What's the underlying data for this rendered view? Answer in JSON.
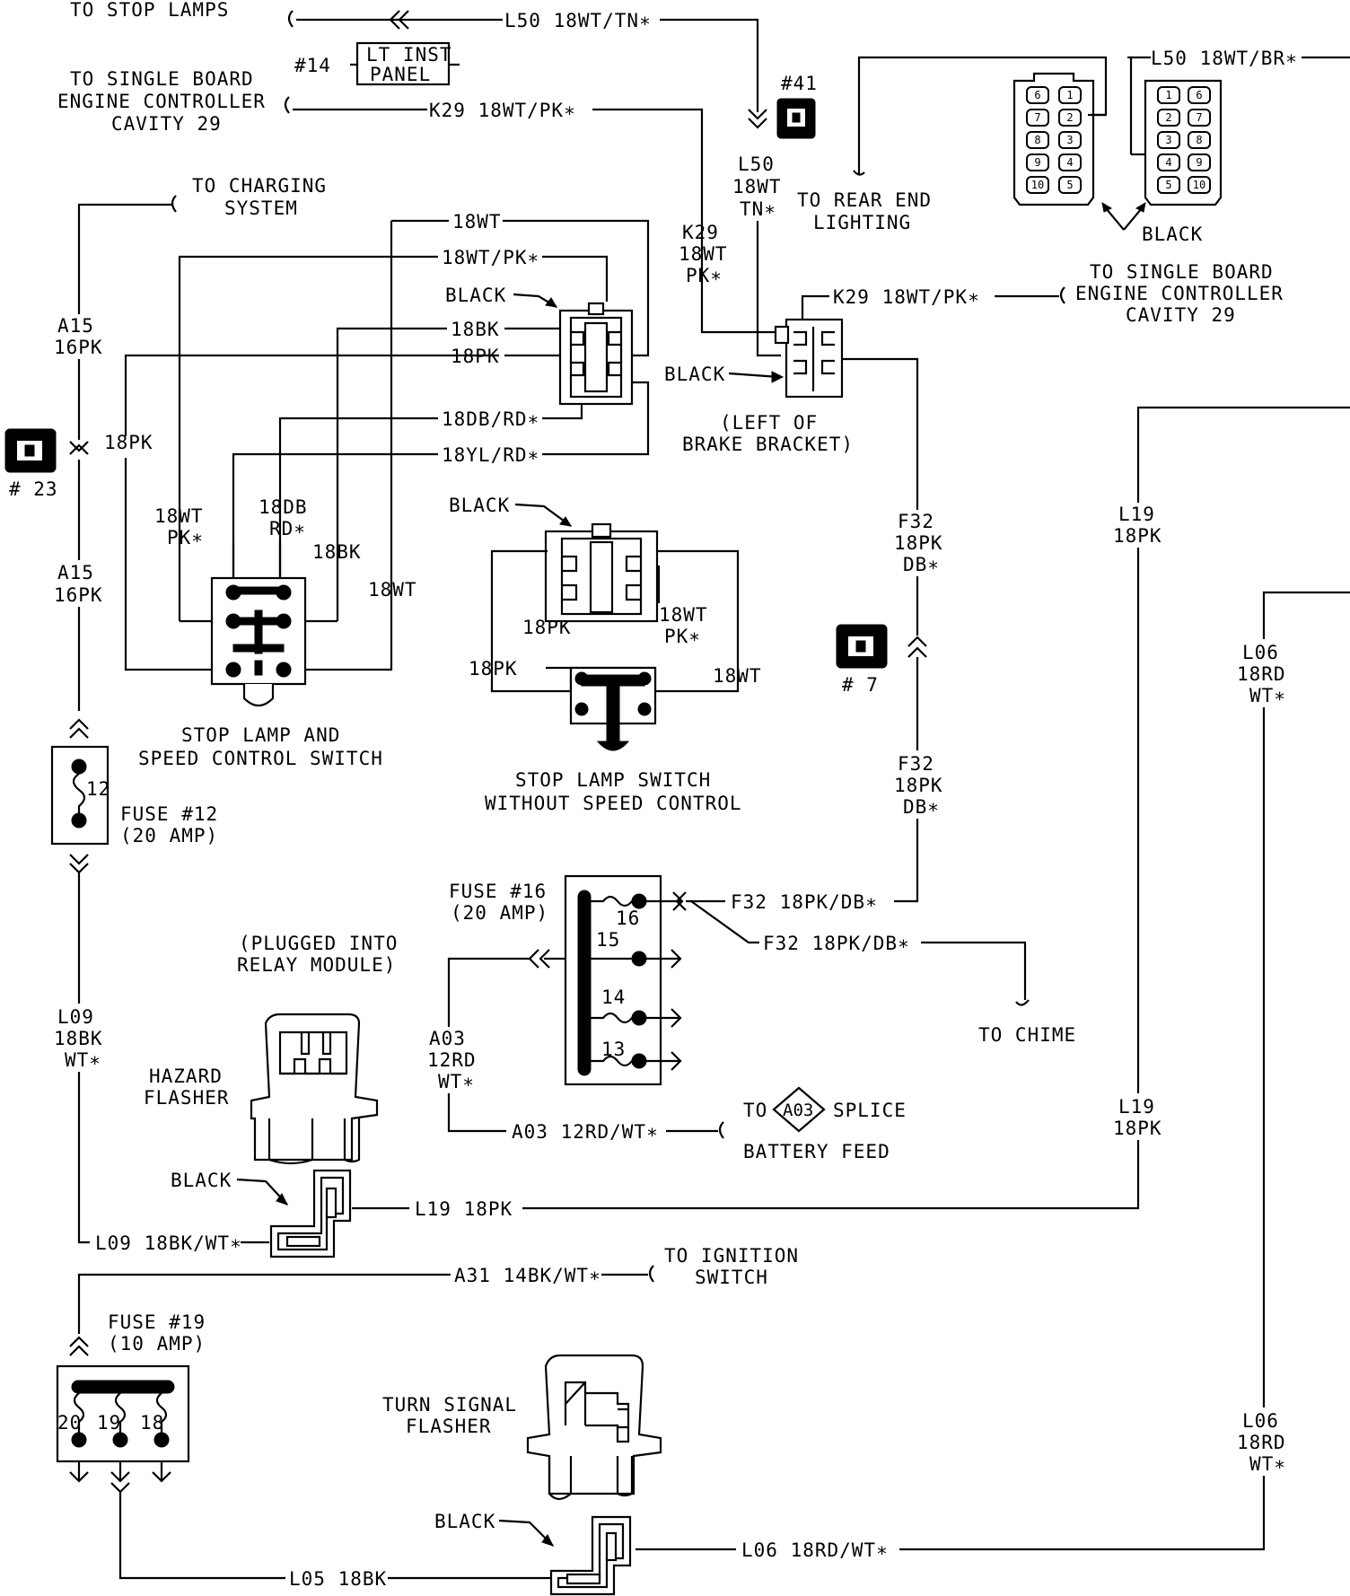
{
  "labels": {
    "to_stop_lamps": "TO STOP LAMPS",
    "l50_top": "L50 18WT/TN∗",
    "lt_inst_1": "LT INST",
    "lt_inst_2": "PANEL",
    "conn_14": "#14",
    "sbec_a1": "TO SINGLE BOARD",
    "sbec_a2": "ENGINE CONTROLLER",
    "sbec_a3": "CAVITY 29",
    "k29_top": "K29 18WT/PK∗",
    "conn_41": "#41",
    "l50_v1": "L50",
    "l50_v2": "18WT",
    "l50_v3": "TN∗",
    "rear_1": "TO REAR END",
    "rear_2": "LIGHTING",
    "l50_br": "L50 18WT/BR∗",
    "black_conn": "BLACK",
    "charging_1": "TO CHARGING",
    "charging_2": "SYSTEM",
    "a15_1": "A15",
    "a15_2": "16PK",
    "conn_23": "# 23",
    "pk18_left": "18PK",
    "w_18wt": "18WT",
    "w_18wtpk": "18WT/PK∗",
    "black": "BLACK",
    "w_18bk": "18BK",
    "w_18pk": "18PK",
    "w_18dbrd": "18DB/RD∗",
    "w_18ylrd": "18YL/RD∗",
    "k29_v1": "K29",
    "k29_v2": "18WT",
    "k29_v3": "PK∗",
    "k29_right": "K29 18WT/PK∗",
    "sbec_b1": "TO SINGLE BOARD",
    "sbec_b2": "ENGINE CONTROLLER",
    "sbec_b3": "CAVITY 29",
    "left_brake_1": "(LEFT OF",
    "left_brake_2": "BRAKE BRACKET)",
    "sw_18wt_1": "18WT",
    "sw_18wt_2": "PK∗",
    "sw_18db_1": "18DB",
    "sw_18db_2": "RD∗",
    "sw_18bk": "18BK",
    "sw_18wt": "18WT",
    "stop_speed_1": "STOP LAMP AND",
    "stop_speed_2": "SPEED CONTROL SWITCH",
    "stop_wo_1": "STOP LAMP SWITCH",
    "stop_wo_2": "WITHOUT SPEED CONTROL",
    "nsw_18pk": "18PK",
    "nsw_18wt_1": "18WT",
    "nsw_18wt_2": "PK∗",
    "nsw_18pk2": "18PK",
    "nsw_18wt": "18WT",
    "f32_1": "F32",
    "f32_2": "18PK",
    "f32_3": "DB∗",
    "conn_7": "# 7",
    "l19_1": "L19",
    "l19_2": "18PK",
    "l06_1": "L06",
    "l06_2": "18RD",
    "l06_3": "WT∗",
    "fuse12_num": "12",
    "fuse12_1": "FUSE #12",
    "fuse12_2": "(20 AMP)",
    "fuse16_1": "FUSE #16",
    "fuse16_2": "(20 AMP)",
    "f32_h1": "F32 18PK/DB∗",
    "f32_h2": "F32 18PK/DB∗",
    "to_chime": "TO CHIME",
    "p16": "16",
    "p15": "15",
    "p14": "14",
    "p13": "13",
    "plugged_1": "(PLUGGED INTO",
    "plugged_2": "RELAY MODULE)",
    "l09_1": "L09",
    "l09_2": "18BK",
    "l09_3": "WT∗",
    "hazard_1": "HAZARD",
    "hazard_2": "FLASHER",
    "a03_1": "A03",
    "a03_2": "12RD",
    "a03_3": "WT∗",
    "a03_h": "A03 12RD/WT∗",
    "to": "TO",
    "a03_tag": "A03",
    "splice": "SPLICE",
    "battery": "BATTERY FEED",
    "l19_h": "L19 18PK",
    "l09_h": "L09 18BK/WT∗",
    "a31": "A31 14BK/WT∗",
    "ign_1": "TO IGNITION",
    "ign_2": "SWITCH",
    "fuse19_1": "FUSE #19",
    "fuse19_2": "(10 AMP)",
    "p20": "20",
    "p19": "19",
    "p18": "18",
    "turn_1": "TURN SIGNAL",
    "turn_2": "FLASHER",
    "l06_h": "L06 18RD/WT∗",
    "l05": "L05 18BK",
    "pins_a": [
      "6",
      "1",
      "7",
      "2",
      "8",
      "3",
      "9",
      "4",
      "10",
      "5"
    ],
    "pins_b": [
      "1",
      "6",
      "2",
      "7",
      "3",
      "8",
      "4",
      "9",
      "5",
      "10"
    ]
  }
}
